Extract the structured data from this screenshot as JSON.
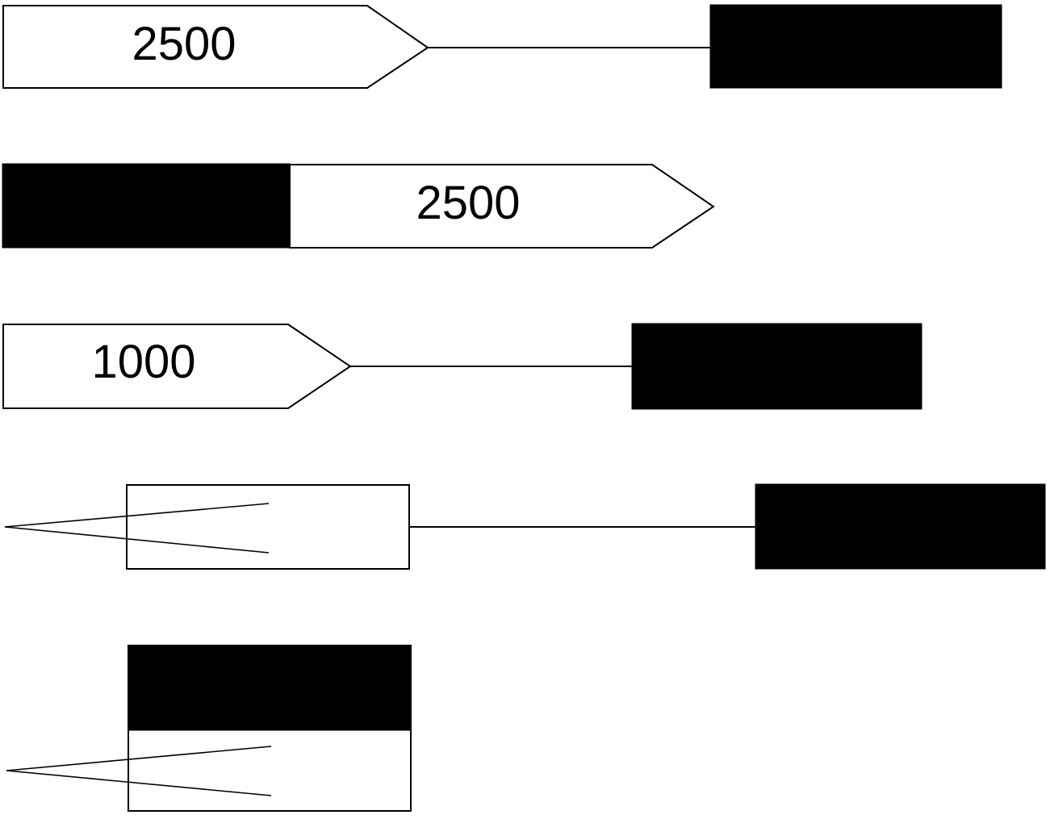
{
  "rows": [
    {
      "label": "2500"
    },
    {
      "label": "2500"
    },
    {
      "label": "1000"
    },
    {
      "label": ""
    },
    {
      "label": ""
    }
  ]
}
